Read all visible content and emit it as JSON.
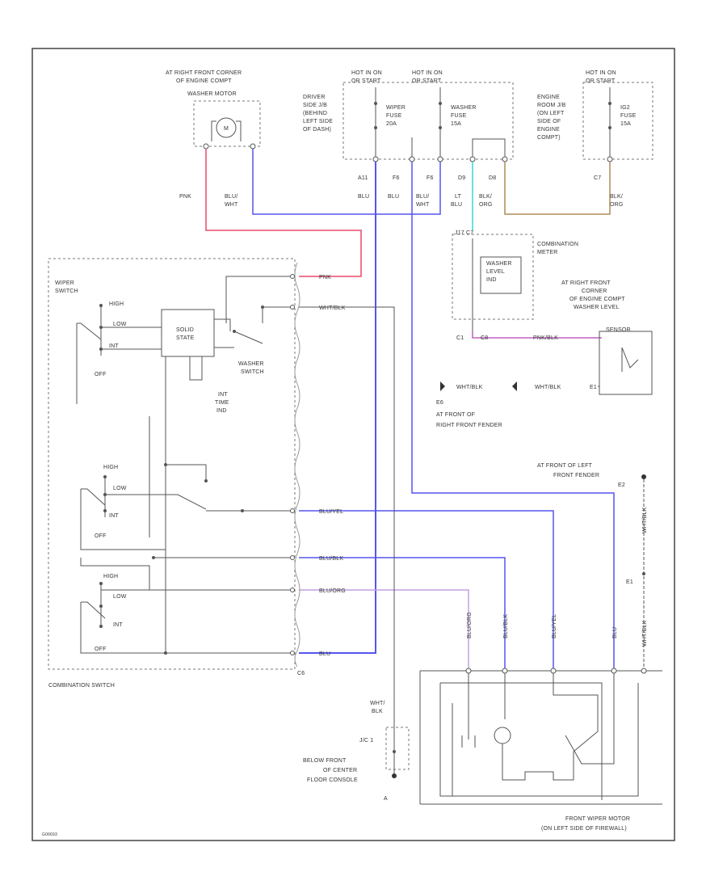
{
  "labels": {
    "washer_motor_loc": [
      "AT RIGHT FRONT CORNER",
      "OF ENGINE COMPT",
      "WASHER MOTOR"
    ],
    "motor_m": "M",
    "hot_run_start_1": [
      "HOT IN ON",
      "OR START"
    ],
    "hot_run_start_2": [
      "HOT IN ON",
      "OR START"
    ],
    "hot_run_start_3": [
      "HOT IN ON",
      "OR START"
    ],
    "driver_jb": [
      "DRIVER",
      "SIDE J/B",
      "(BEHIND",
      "LEFT SIDE",
      "OF DASH)"
    ],
    "wiper_fuse": [
      "WIPER",
      "FUSE",
      "20A"
    ],
    "washer_fuse": [
      "WASHER",
      "FUSE",
      "15A"
    ],
    "engine_jb": [
      "ENGINE",
      "ROOM J/B",
      "(ON LEFT",
      "SIDE OF",
      "ENGINE",
      "COMPT)"
    ],
    "ig2_fuse": [
      "IG2",
      "FUSE",
      "15A"
    ],
    "pin_a11": "A11",
    "pin_f6": "F6",
    "pin_f6b": "F6",
    "pin_d9": "D9",
    "pin_d8": "D8",
    "pin_c7": "C7",
    "wire_pnk": "PNK",
    "wire_blu_wht": [
      "BLU/",
      "WHT"
    ],
    "wire_blu1": "BLU",
    "wire_blu2": "BLU",
    "wire_blu_wht2": [
      "BLU/",
      "WHT"
    ],
    "wire_lt_blu": [
      "LT",
      "BLU"
    ],
    "wire_blk_org": [
      "BLK/",
      "ORG"
    ],
    "wire_blk_org2": [
      "BLK/",
      "ORG"
    ],
    "combo_meter": [
      "COMBINATION",
      "METER"
    ],
    "combo_meter_pin": "J17 C7",
    "washer_level_ind": [
      "WASHER",
      "LEVEL",
      "IND"
    ],
    "washer_level_loc": [
      "AT RIGHT FRONT",
      "CORNER",
      "OF ENGINE COMPT",
      "WASHER LEVEL",
      "SENSOR"
    ],
    "pin_c1": "C1",
    "pin_c8": "C8",
    "wire_pnk_blk": "PNK/BLK",
    "ground_wire_1": "WHT/BLK",
    "ground_wire_2": "WHT/BLK",
    "ground_e1": "E1",
    "ground_e6_loc": [
      "E6",
      "AT FRONT OF",
      "RIGHT FRONT FENDER"
    ],
    "wiper_switch": [
      "WIPER",
      "SWITCH"
    ],
    "high": "HIGH",
    "low": "LOW",
    "int": "INT",
    "off": "OFF",
    "solid_state": [
      "SOLID",
      "STATE"
    ],
    "washer_switch": [
      "WASHER",
      "SWITCH"
    ],
    "int_time_ind": [
      "INT",
      "TIME",
      "IND"
    ],
    "combo_pnk": "PNK",
    "combo_wht_blk": "WHT/BLK",
    "combo_blu_yel": "BLU/YEL",
    "combo_blu_blk": "BLU/BLK",
    "combo_blu_org": "BLU/ORG",
    "combo_blu": "BLU",
    "combo_pin_c6": "C6",
    "combination_switch": "COMBINATION SWITCH",
    "left_fender_loc": [
      "AT FRONT OF LEFT",
      "FRONT FENDER",
      "E2"
    ],
    "vert_wht_blk": "WHT/BLK",
    "pin_e1b": "E1",
    "motor_wires": [
      "BLU/ORG",
      "BLU/BLK",
      "BLU/YEL",
      "BLU",
      "WHT/BLK"
    ],
    "gnd_wire": [
      "WHT/",
      "BLK"
    ],
    "jc1_loc": [
      "J/C 1",
      "BELOW FRONT",
      "OF CENTER",
      "FLOOR CONSOLE"
    ],
    "ground_letter": "A",
    "front_wiper_motor": [
      "FRONT WIPER MOTOR",
      "(ON LEFT SIDE OF FIREWALL)"
    ],
    "diagram_id": "G06693"
  },
  "colors": {
    "pnk": "#e84a6a",
    "blu": "#5555ee",
    "lt_blu": "#33d6e0",
    "tan": "#b08a5a",
    "pnk_blk": "#c060c0"
  }
}
